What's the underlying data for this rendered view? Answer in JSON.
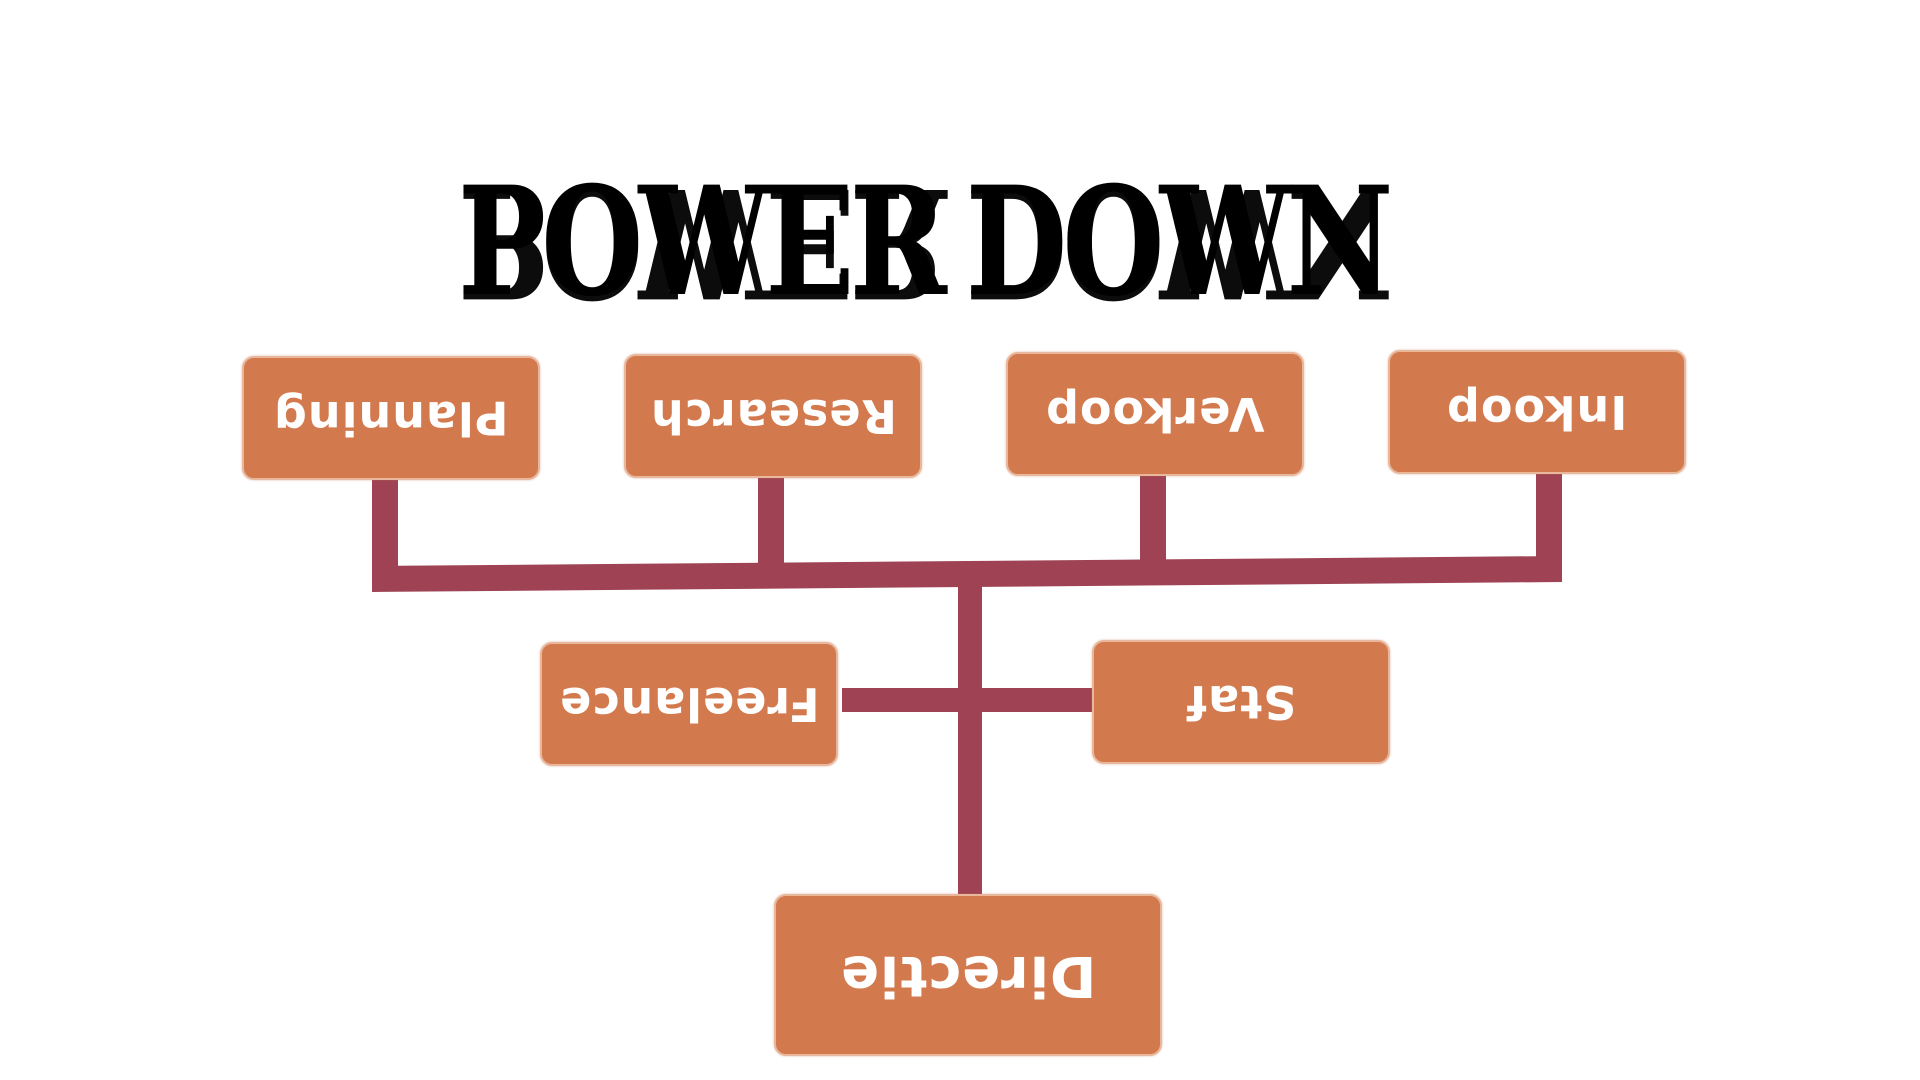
{
  "title": {
    "text": "POWER DOWN",
    "word1": "POWER",
    "word2": "DOWN"
  },
  "colors": {
    "box_fill": "#d3794e",
    "box_border": "#e8b79c",
    "connector": "#9e4254",
    "title": "#000000",
    "background": "#ffffff"
  },
  "nodes": {
    "directie": {
      "label": "Directie"
    },
    "freelance": {
      "label": "Freelance"
    },
    "staf": {
      "label": "Staf"
    },
    "planning": {
      "label": "Planning"
    },
    "research": {
      "label": "Research"
    },
    "verkoop": {
      "label": "Verkoop"
    },
    "inkoop": {
      "label": "Inkoop"
    }
  },
  "edges": [
    {
      "from": "directie",
      "to": "freelance"
    },
    {
      "from": "directie",
      "to": "staf"
    },
    {
      "from": "directie",
      "to": "planning"
    },
    {
      "from": "directie",
      "to": "research"
    },
    {
      "from": "directie",
      "to": "verkoop"
    },
    {
      "from": "directie",
      "to": "inkoop"
    }
  ]
}
